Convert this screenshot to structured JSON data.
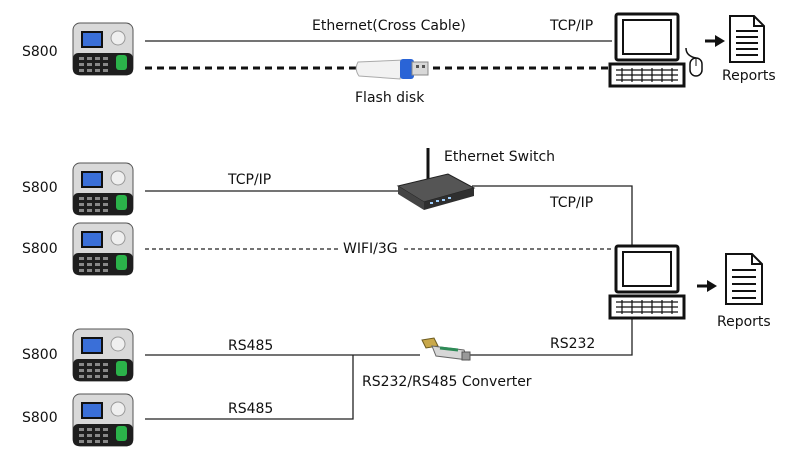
{
  "diagram": {
    "top": {
      "device_label": "S800",
      "ethernet_label": "Ethernet(Cross Cable)",
      "tcpip_label": "TCP/IP",
      "flash_label": "Flash disk",
      "reports_label": "Reports"
    },
    "bottom": {
      "devices": [
        {
          "label": "S800",
          "link": "TCP/IP"
        },
        {
          "label": "S800",
          "link": "WIFI/3G"
        },
        {
          "label": "S800",
          "link": "RS485"
        },
        {
          "label": "S800",
          "link": "RS485"
        }
      ],
      "switch_label": "Ethernet Switch",
      "switch_to_pc_label": "TCP/IP",
      "converter_label": "RS232/RS485 Converter",
      "converter_to_pc_label": "RS232",
      "reports_label": "Reports"
    }
  },
  "icons": {
    "terminal": "fingerprint-terminal-icon",
    "computer": "computer-icon",
    "mouse": "mouse-icon",
    "document": "report-document-icon",
    "arrow": "arrow-right-icon",
    "flash": "usb-flash-disk-icon",
    "switch": "ethernet-switch-icon",
    "converter": "rs232-rs485-converter-icon"
  }
}
